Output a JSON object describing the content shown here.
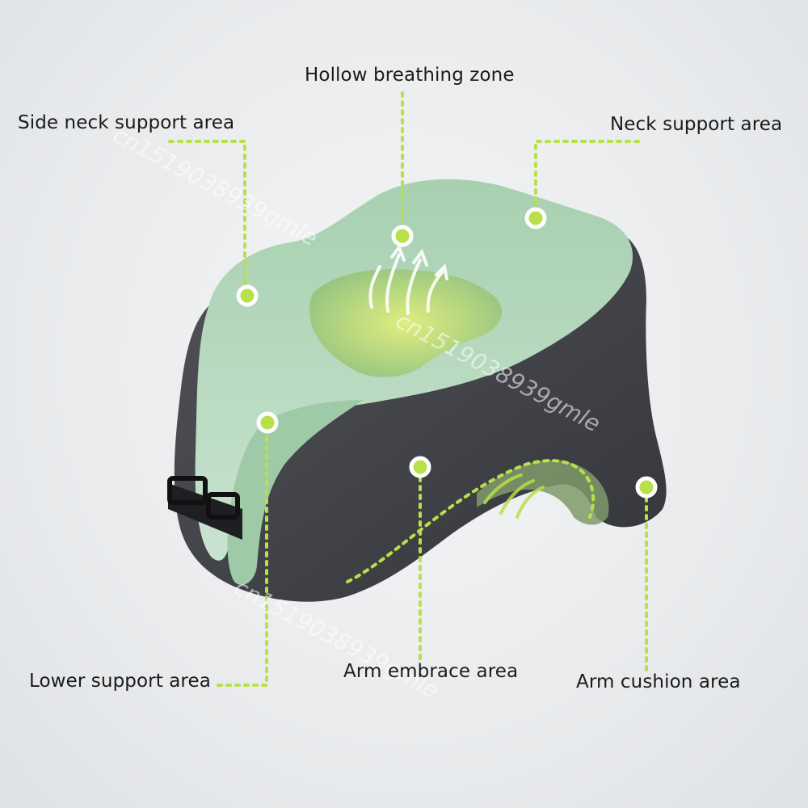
{
  "labels": {
    "hollow_breathing_zone": "Hollow breathing zone",
    "side_neck_support_area": "Side neck support area",
    "neck_support_area": "Neck support area",
    "lower_support_area": "Lower support area",
    "arm_embrace_area": "Arm embrace area",
    "arm_cushion_area": "Arm cushion area"
  },
  "watermark": "cn1519038939gmle",
  "colors": {
    "pillow_gray": "#45474c",
    "pillow_green": "#a9d3b3",
    "marker_green": "#b8e04a",
    "text": "#1b1b1b"
  }
}
